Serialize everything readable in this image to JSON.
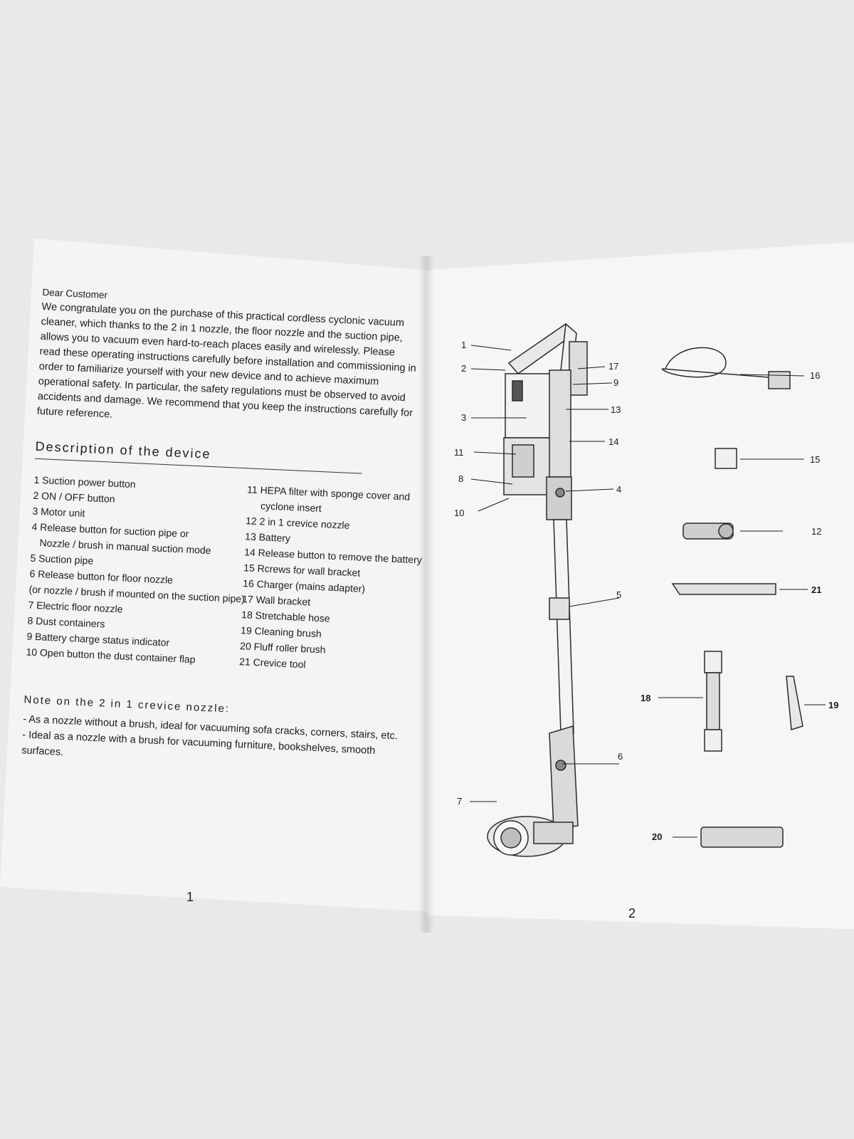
{
  "left_page": {
    "greeting": "Dear Customer",
    "intro": "We congratulate you on the purchase of this practical cordless cyclonic vacuum cleaner, which thanks to the 2 in 1 nozzle, the floor nozzle and the suction pipe, allows you to vacuum even hard-to-reach places easily and wirelessly.",
    "intro2": "Please read these operating instructions carefully before installation and commissioning in order to familiarize yourself with your new device and to achieve maximum operational safety. In particular, the safety regulations must be observed to avoid accidents and damage. We recommend that you keep the instructions carefully for future reference.",
    "description_title": "Description of the device",
    "parts_col1": [
      "1  Suction power button",
      "2  ON / OFF button",
      "3  Motor unit",
      "4  Release button for suction pipe or",
      "    Nozzle / brush in manual suction mode",
      "5  Suction pipe",
      "6  Release button for floor nozzle",
      "(or nozzle / brush if mounted on the suction pipe)",
      "7  Electric floor nozzle",
      "8  Dust containers",
      "9  Battery charge status indicator",
      "10  Open button the dust container flap"
    ],
    "parts_col2": [
      "11  HEPA filter with sponge cover and",
      "      cyclone insert",
      "12  2 in 1 crevice nozzle",
      "13  Battery",
      "14  Release button to remove the battery",
      "15  Rcrews for wall bracket",
      "16  Charger (mains adapter)",
      "17  Wall bracket",
      "18  Stretchable hose",
      "19  Cleaning brush",
      "20  Fluff roller brush",
      "21  Crevice tool"
    ],
    "note_title": "Note on the 2 in 1 crevice nozzle:",
    "note_items": [
      "- As a nozzle without a brush, ideal for vacuuming sofa cracks, corners, stairs, etc.",
      "- Ideal as a nozzle with a brush for vacuuming furniture, bookshelves, smooth surfaces."
    ],
    "page_number": "1"
  },
  "right_page": {
    "page_number": "2",
    "diagram_labels": {
      "l1": "1",
      "l2": "2",
      "l3": "3",
      "l4": "4",
      "l5": "5",
      "l6": "6",
      "l7": "7",
      "l8": "8",
      "l9": "9",
      "l10": "10",
      "l11": "11",
      "l12": "12",
      "l13": "13",
      "l14": "14",
      "l15": "15",
      "l16": "16",
      "l17": "17",
      "l18": "18",
      "l19": "19",
      "l20": "20",
      "l21": "21"
    }
  },
  "colors": {
    "paper": "#f4f4f2",
    "background": "#e9e9e7",
    "ink": "#1c1c1c"
  }
}
